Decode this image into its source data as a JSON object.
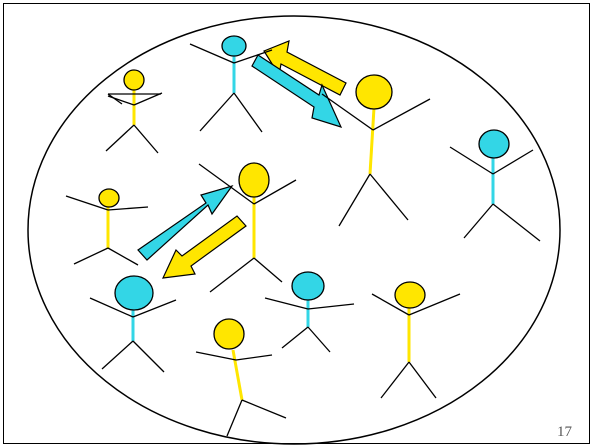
{
  "slide": {
    "page_number": "17"
  },
  "colors": {
    "yellow": "#ffe600",
    "cyan": "#33d6e6",
    "outline": "#000000",
    "background": "#ffffff"
  },
  "figures": [
    {
      "id": "figure-small-yellow-top-left",
      "color": "yellow"
    },
    {
      "id": "figure-cyan-top",
      "color": "cyan"
    },
    {
      "id": "figure-large-yellow-center-right",
      "color": "yellow"
    },
    {
      "id": "figure-cyan-right",
      "color": "cyan"
    },
    {
      "id": "figure-small-yellow-left",
      "color": "yellow"
    },
    {
      "id": "figure-yellow-center",
      "color": "yellow"
    },
    {
      "id": "figure-cyan-bottom-left",
      "color": "cyan"
    },
    {
      "id": "figure-cyan-bottom-center",
      "color": "cyan"
    },
    {
      "id": "figure-yellow-bottom-center",
      "color": "yellow"
    },
    {
      "id": "figure-yellow-bottom-right",
      "color": "yellow"
    }
  ],
  "arrows": [
    {
      "id": "arrow-yellow-top",
      "color": "yellow",
      "direction": "up-left"
    },
    {
      "id": "arrow-cyan-top",
      "color": "cyan",
      "direction": "down-right"
    },
    {
      "id": "arrow-cyan-center",
      "color": "cyan",
      "direction": "up-right"
    },
    {
      "id": "arrow-yellow-center",
      "color": "yellow",
      "direction": "down-left"
    }
  ]
}
